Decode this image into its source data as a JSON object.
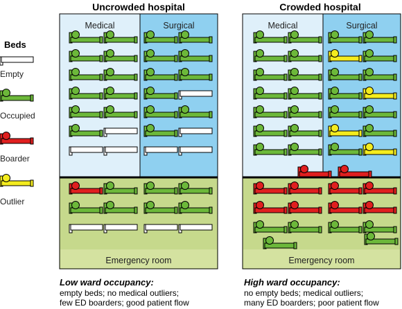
{
  "titles": {
    "uncrowded": "Uncrowded hospital",
    "crowded": "Crowded hospital"
  },
  "wards": {
    "medical": "Medical",
    "surgical": "Surgical",
    "er": "Emergency room"
  },
  "legend": {
    "title": "Beds",
    "empty": "Empty",
    "occupied": "Occupied",
    "boarder": "Boarder",
    "outlier": "Outlier"
  },
  "captions": {
    "left_head": "Low ward occupancy:",
    "left_line1": "empty beds; no medical outliers;",
    "left_line2": "few ED boarders; good patient flow",
    "right_head": "High ward occupancy:",
    "right_line1": "no empty beds; medical outliers;",
    "right_line2": "many ED boarders; poor patient flow"
  },
  "colors": {
    "medical_bg": "#dff0fa",
    "surgical_bg": "#8fd0f0",
    "er_bg": "#c6d98c",
    "occupied": "#6cb83a",
    "boarder": "#e01f1f",
    "outlier": "#f4ec1e",
    "empty": "#ffffff"
  }
}
